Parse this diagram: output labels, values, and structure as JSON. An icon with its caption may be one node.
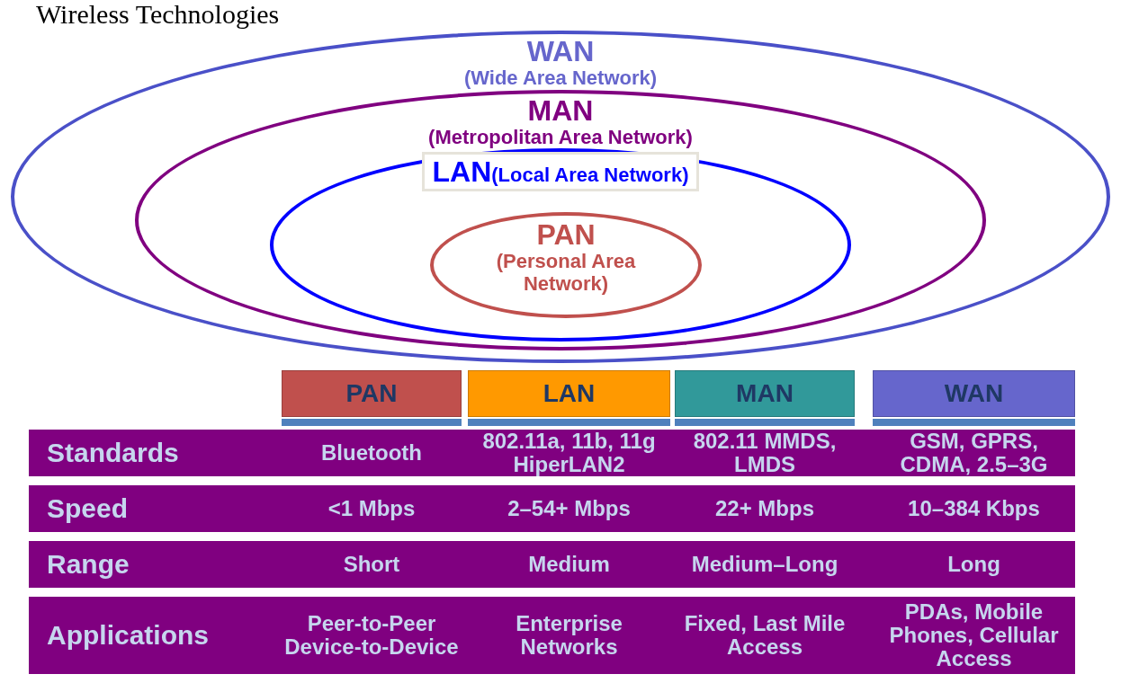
{
  "diagram": {
    "title": "Wireless Technologies",
    "nodes": [
      {
        "text": [
          "WAN",
          "(Wide Area Network)"
        ]
      },
      {
        "text": [
          "MAN",
          "(Metropolitan Area Network)"
        ],
        "in": 0
      },
      {
        "text": [
          "LAN",
          "(Local Area Network)"
        ],
        "in": 1
      },
      {
        "text": [
          "PAN",
          "(Personal Area Network)"
        ],
        "in": 2
      }
    ],
    "edges": [],
    "labels": [
      "PAN",
      "LAN",
      "MAN",
      "WAN",
      "Standards",
      "Bluetooth",
      "802.11a, 11b, 11g HiperLAN2",
      "802.11 MMDS, LMDS",
      "GSM, GPRS, CDMA, 2.5–3G",
      "Speed",
      "<1 Mbps",
      "2–54+ Mbps",
      "22+ Mbps",
      "10–384 Kbps",
      "Range",
      "Short",
      "Medium",
      "Medium–Long",
      "Long",
      "Applications",
      "Peer-to-Peer Device-to-Device",
      "Enterprise Networks",
      "Fixed, Last Mile Access",
      "PDAs, Mobile Phones, Cellular Access"
    ]
  }
}
